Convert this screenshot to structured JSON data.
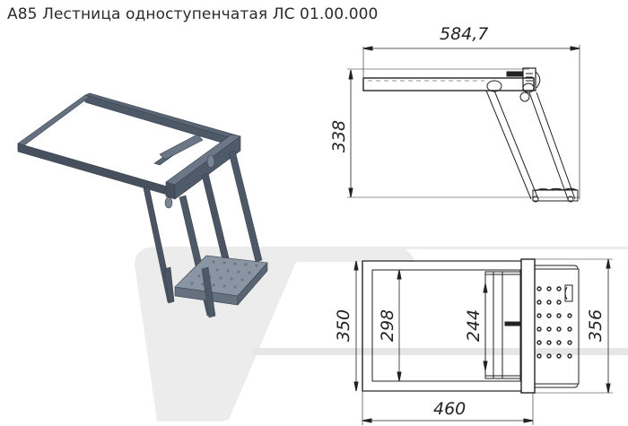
{
  "title": "А85 Лестница одноступенчатая ЛС 01.00.000",
  "colors": {
    "frame": "#4e5968",
    "frame_light": "#6b7686",
    "frame_dark": "#39424e",
    "step": "#8a95a3",
    "watermark": "#ececec",
    "line": "#222222"
  },
  "side_view": {
    "label": "side-view",
    "dimensions": {
      "length": "584,7",
      "height": "338"
    }
  },
  "top_view": {
    "label": "top-view",
    "dimensions": {
      "outer_width": "350",
      "inner_width": "298",
      "step_inner": "244",
      "step_width": "356",
      "length": "460"
    }
  },
  "model_3d": {
    "label": "isometric-3d-model"
  }
}
